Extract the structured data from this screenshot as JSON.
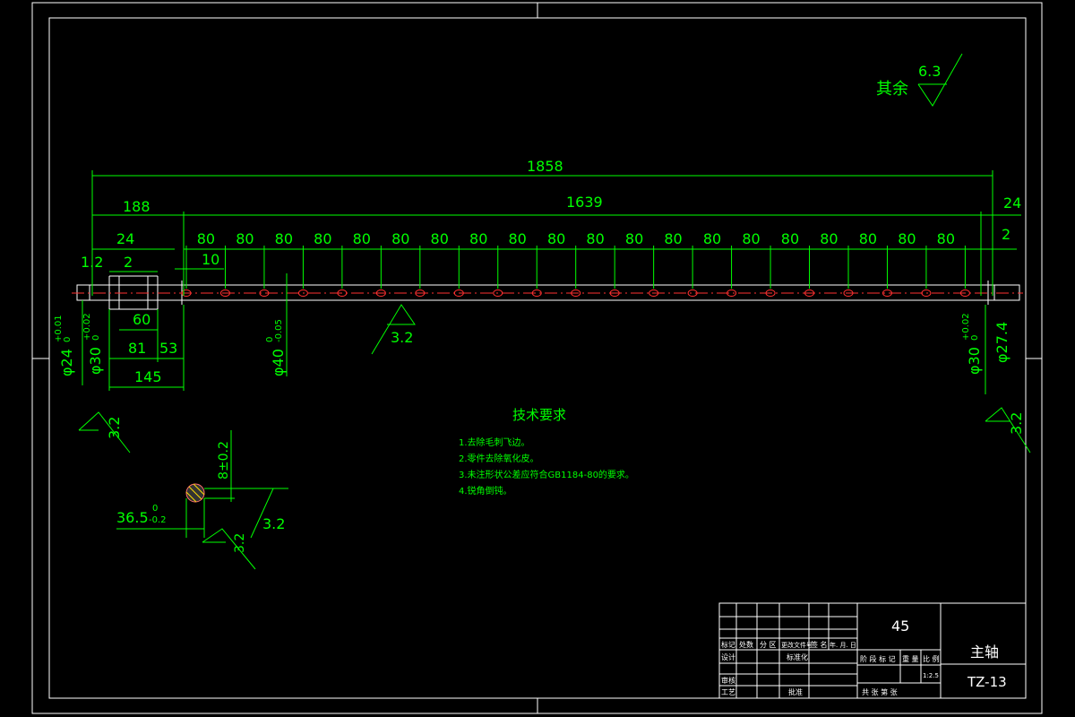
{
  "roughness": {
    "other_label": "其余",
    "other_value": "6.3",
    "shaft_value": "3.2",
    "left_value": "3.2",
    "right_value": "3.2",
    "section_value": "3.2",
    "section_side_value": "3.2"
  },
  "dimensions": {
    "total_length": "1858",
    "main_length": "1639",
    "left_length": "188",
    "right_length": "24",
    "right_small": "2",
    "left_24": "24",
    "left_2": "2",
    "left_1_2": "1.2",
    "first_offset": "10",
    "pitches": [
      "80",
      "80",
      "80",
      "80",
      "80",
      "80",
      "80",
      "80",
      "80",
      "80",
      "80",
      "80",
      "80",
      "80",
      "80",
      "80",
      "80",
      "80",
      "80",
      "80"
    ],
    "len_60": "60",
    "len_81": "81",
    "len_53": "53",
    "len_145": "145"
  },
  "diameters": {
    "d24": {
      "label": "φ24",
      "tol": "+0.01",
      "tol2": "0"
    },
    "d30_left": {
      "label": "φ30",
      "tol": "+0.02",
      "tol2": "0"
    },
    "d40": {
      "label": "φ40",
      "tol": "0",
      "tol2": "-0.05"
    },
    "d30_right": {
      "label": "φ30",
      "tol": "+0.02",
      "tol2": "0"
    },
    "d27": {
      "label": "φ27.4"
    }
  },
  "section": {
    "key_depth": "8±0.2",
    "width_label": "36.5",
    "width_tol1": "0",
    "width_tol2": "-0.2"
  },
  "tech": {
    "title": "技术要求",
    "items": [
      "1.去除毛刺飞边。",
      "2.零件去除氧化皮。",
      "3.未注形状公差应符合GB1184-80的要求。",
      "4.锐角倒钝。"
    ]
  },
  "title_block": {
    "material": "45",
    "part_name": "主轴",
    "drawing_no": "TZ-13",
    "scale": "1:2.5",
    "labels": {
      "mark": "标记",
      "count": "处数",
      "zone": "分 区",
      "doc": "更改文件号",
      "sign": "签 名",
      "date": "年. 月. 日",
      "design": "设计",
      "std": "标准化",
      "check": "审核",
      "craft": "工艺",
      "approve": "批准",
      "stage": "阶 段 标 记",
      "weight": "重 量",
      "scale_lbl": "比 例",
      "sheets": "共   张 第   张"
    }
  }
}
